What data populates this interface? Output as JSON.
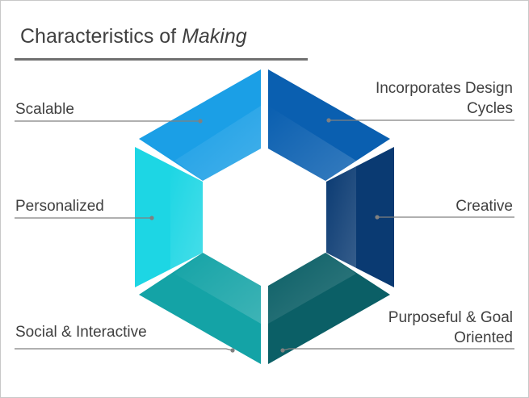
{
  "slide": {
    "title_prefix": "Characteristics of ",
    "title_emphasis": "Making"
  },
  "colors": {
    "top_left": "#1b9fe6",
    "top_right": "#0a5fb0",
    "right": "#0a3a72",
    "bottom_right": "#0b5f66",
    "bottom_left": "#14a3a6",
    "left": "#1dd6e4",
    "leader_line": "#808080"
  },
  "characteristics": [
    {
      "id": "scalable",
      "lines": [
        "Scalable"
      ],
      "segment_color": "top_left"
    },
    {
      "id": "incorporates-design-cycles",
      "lines": [
        "Incorporates Design",
        "Cycles"
      ],
      "segment_color": "top_right"
    },
    {
      "id": "personalized",
      "lines": [
        "Personalized"
      ],
      "segment_color": "left"
    },
    {
      "id": "creative",
      "lines": [
        "Creative"
      ],
      "segment_color": "right"
    },
    {
      "id": "social-interactive",
      "lines": [
        "Social & Interactive"
      ],
      "segment_color": "bottom_left"
    },
    {
      "id": "purposeful-goal-oriented",
      "lines": [
        "Purposeful & Goal",
        "Oriented"
      ],
      "segment_color": "bottom_right"
    }
  ]
}
